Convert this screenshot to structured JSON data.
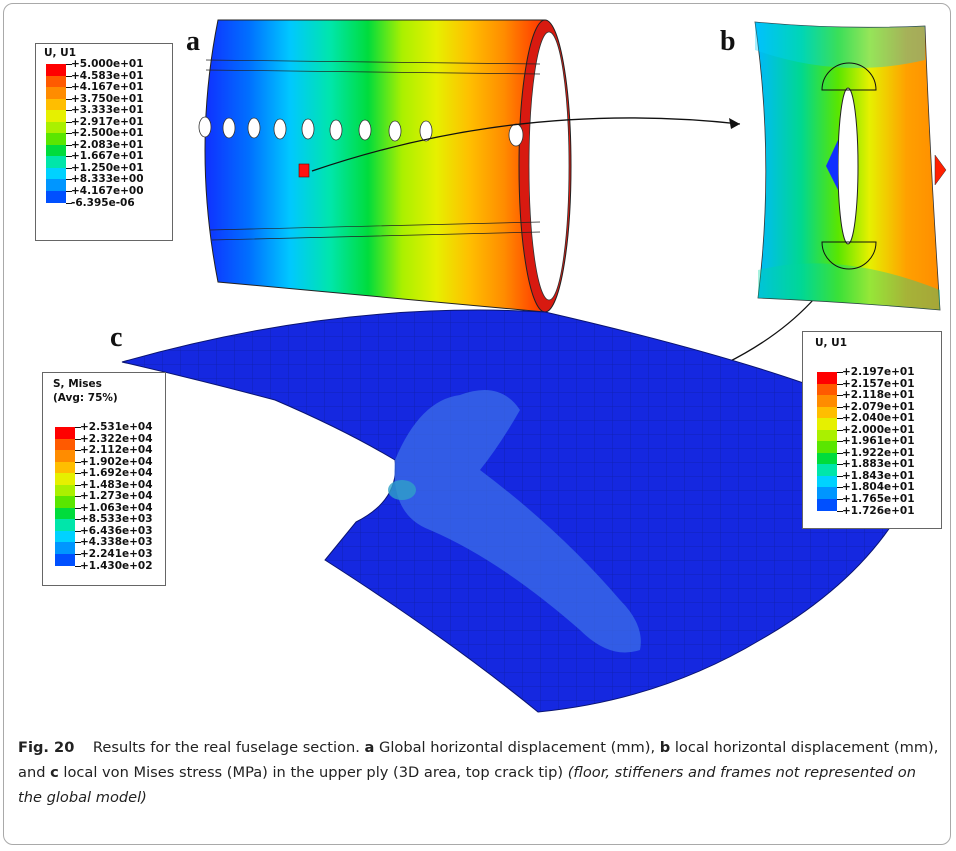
{
  "panel_labels": {
    "a": "a",
    "b": "b",
    "c": "c"
  },
  "legend_a": {
    "title": "U, U1",
    "colors": [
      "#ff0000",
      "#ff5a00",
      "#ff8c00",
      "#ffbe00",
      "#e6f000",
      "#aaf000",
      "#5ae600",
      "#00dc3c",
      "#00e6aa",
      "#00d2ff",
      "#0096ff",
      "#0050ff",
      "#0000ff"
    ],
    "values": [
      "+5.000e+01",
      "+4.583e+01",
      "+4.167e+01",
      "+3.750e+01",
      "+3.333e+01",
      "+2.917e+01",
      "+2.500e+01",
      "+2.083e+01",
      "+1.667e+01",
      "+1.250e+01",
      "+8.333e+00",
      "+4.167e+00",
      "-6.395e-06"
    ]
  },
  "legend_b": {
    "title": "U, U1",
    "values": [
      "+2.197e+01",
      "+2.157e+01",
      "+2.118e+01",
      "+2.079e+01",
      "+2.040e+01",
      "+2.000e+01",
      "+1.961e+01",
      "+1.922e+01",
      "+1.883e+01",
      "+1.843e+01",
      "+1.804e+01",
      "+1.765e+01",
      "+1.726e+01"
    ]
  },
  "legend_c": {
    "title": "S, Mises",
    "subtitle": "(Avg: 75%)",
    "values": [
      "+2.531e+04",
      "+2.322e+04",
      "+2.112e+04",
      "+1.902e+04",
      "+1.692e+04",
      "+1.483e+04",
      "+1.273e+04",
      "+1.063e+04",
      "+8.533e+03",
      "+6.436e+03",
      "+4.338e+03",
      "+2.241e+03",
      "+1.430e+02"
    ]
  },
  "caption": {
    "fig_label": "Fig. 20",
    "text1": "Results for the real fuselage section. ",
    "a": "a",
    "text2": " Global horizontal displacement (mm), ",
    "b": "b",
    "text3": " local horizontal displacement (mm), and ",
    "c": "c",
    "text4": " local von Mises stress (MPa) in the upper ply (3D area, top crack tip) ",
    "note": "(floor, stiffeners and frames not represented on the global model)"
  }
}
